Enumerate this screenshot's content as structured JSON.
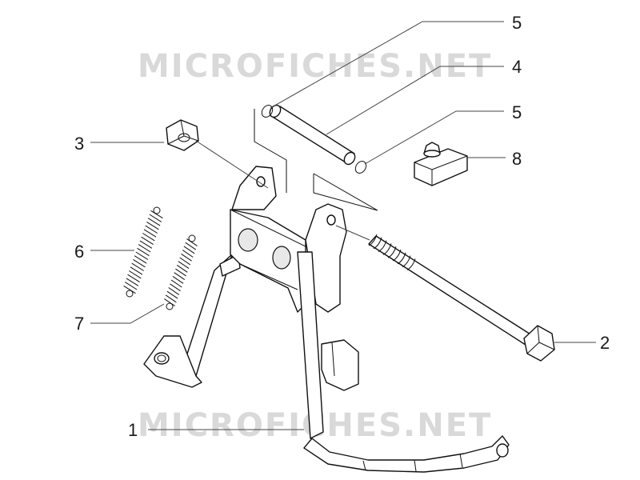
{
  "watermark": {
    "top_text": "MICROFICHES.NET",
    "bottom_text": "MICROFICHES.NET"
  },
  "callouts": [
    {
      "id": "callout-1",
      "label": "1"
    },
    {
      "id": "callout-2",
      "label": "2"
    },
    {
      "id": "callout-3",
      "label": "3"
    },
    {
      "id": "callout-4",
      "label": "4"
    },
    {
      "id": "callout-5a",
      "label": "5"
    },
    {
      "id": "callout-5b",
      "label": "5"
    },
    {
      "id": "callout-6",
      "label": "6"
    },
    {
      "id": "callout-7",
      "label": "7"
    },
    {
      "id": "callout-8",
      "label": "8"
    }
  ]
}
